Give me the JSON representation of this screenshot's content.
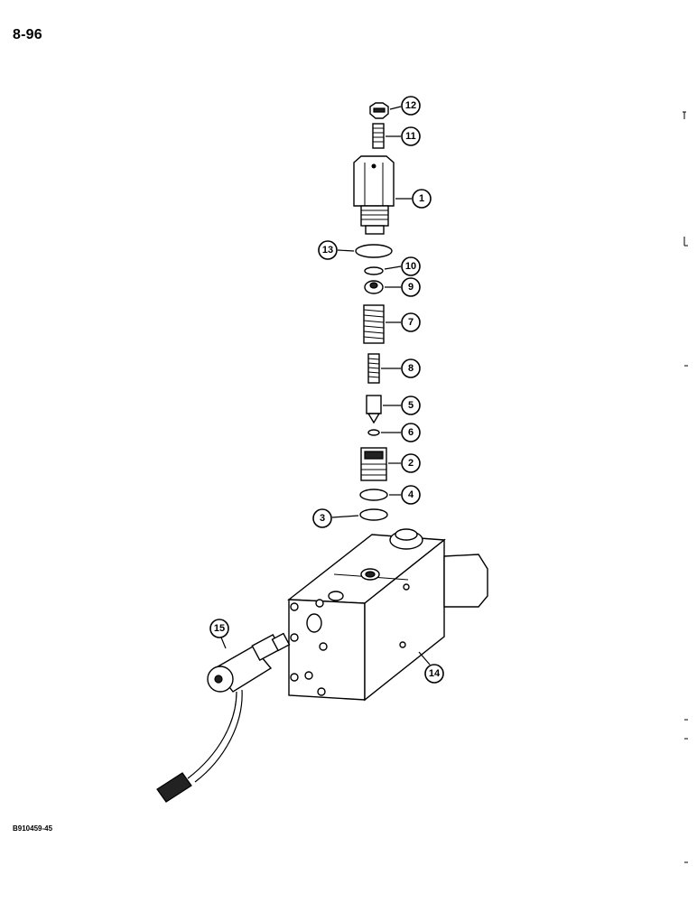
{
  "page": {
    "page_number": "8-96",
    "figure_code": "B910459-45"
  },
  "callouts": [
    {
      "id": "12",
      "label": "12"
    },
    {
      "id": "11",
      "label": "11"
    },
    {
      "id": "1",
      "label": "1"
    },
    {
      "id": "13",
      "label": "13"
    },
    {
      "id": "10",
      "label": "10"
    },
    {
      "id": "9",
      "label": "9"
    },
    {
      "id": "7",
      "label": "7"
    },
    {
      "id": "8",
      "label": "8"
    },
    {
      "id": "5",
      "label": "5"
    },
    {
      "id": "6",
      "label": "6"
    },
    {
      "id": "2",
      "label": "2"
    },
    {
      "id": "4",
      "label": "4"
    },
    {
      "id": "3",
      "label": "3"
    },
    {
      "id": "15",
      "label": "15"
    },
    {
      "id": "14",
      "label": "14"
    }
  ]
}
